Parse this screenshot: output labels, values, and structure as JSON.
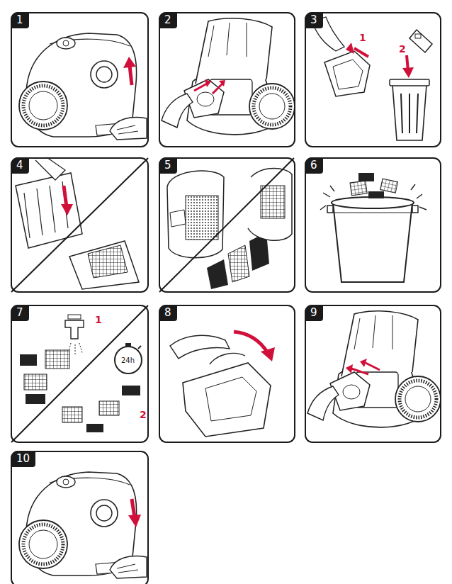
{
  "diagram": {
    "nodes": [
      {
        "text": [
          "1"
        ]
      },
      {
        "text": [
          "2"
        ]
      },
      {
        "text": [
          "3"
        ]
      },
      {
        "text": [
          "4"
        ]
      },
      {
        "text": [
          "5"
        ]
      },
      {
        "text": [
          "6"
        ]
      },
      {
        "text": [
          "7"
        ]
      },
      {
        "text": [
          "8"
        ]
      },
      {
        "text": [
          "9"
        ]
      },
      {
        "text": [
          "10"
        ]
      }
    ],
    "labels": [
      "1",
      "2",
      "1",
      "2",
      "24h"
    ]
  }
}
